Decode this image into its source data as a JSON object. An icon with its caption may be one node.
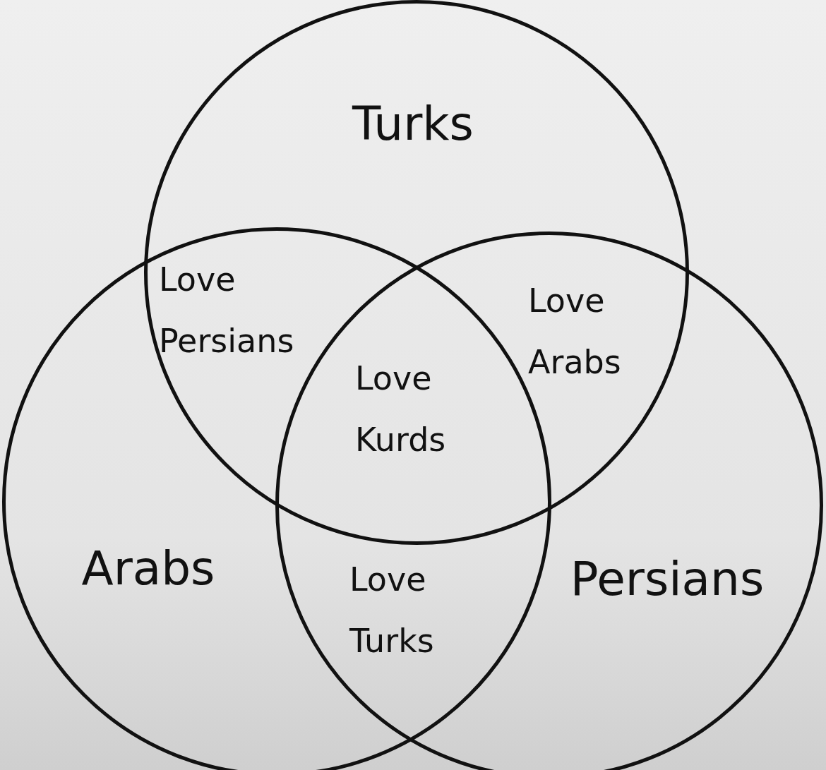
{
  "diagram": {
    "nodes": [
      {
        "text": [
          "Turks"
        ]
      },
      {
        "text": [
          "Arabs"
        ]
      },
      {
        "text": [
          "Persians"
        ]
      }
    ],
    "labels": [
      "Love Persians",
      "Love Arabs",
      "Love Kurds",
      "Love Turks"
    ]
  }
}
